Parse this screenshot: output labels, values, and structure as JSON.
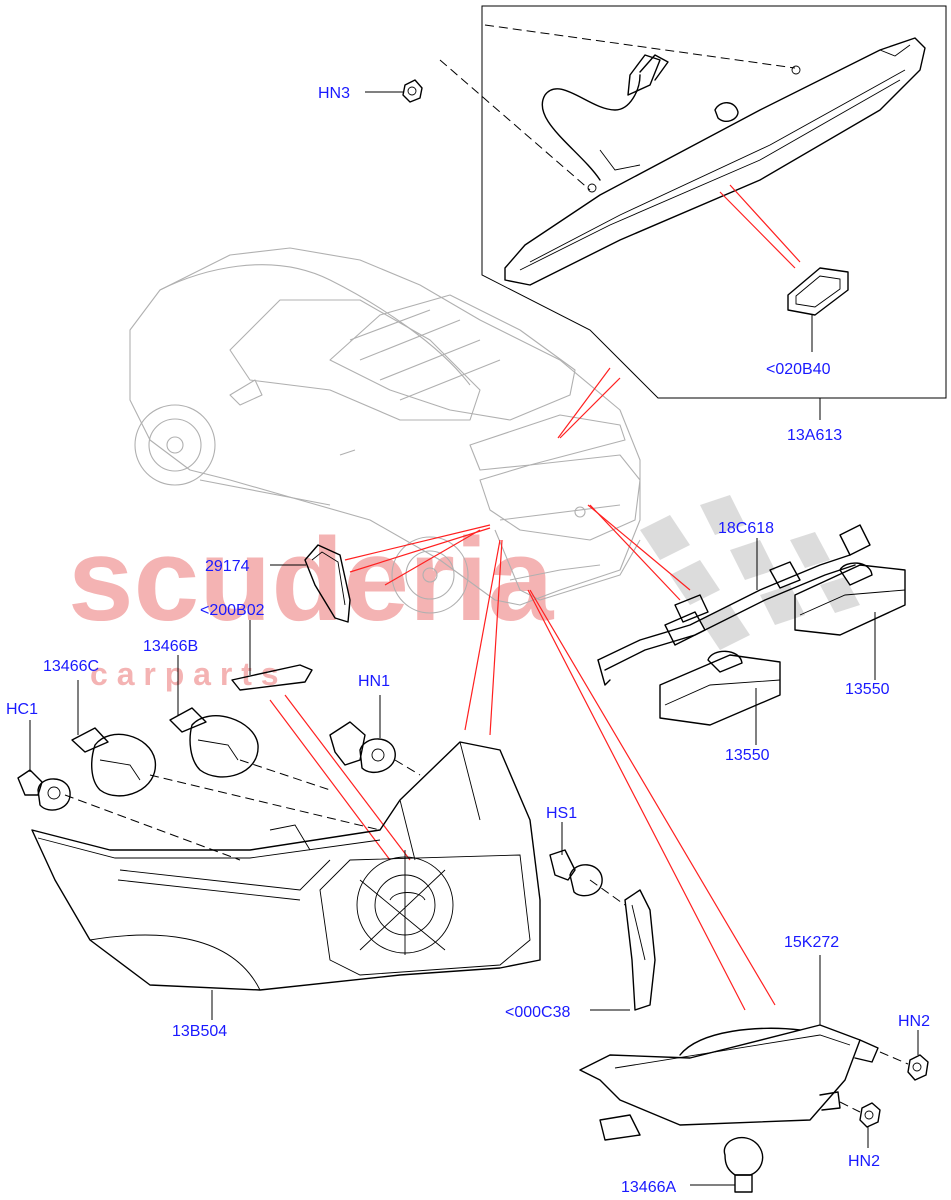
{
  "watermark": {
    "brand": "scuderia",
    "sub": "c a r   p a r t s",
    "color": "#f2a0a0"
  },
  "colors": {
    "label": "#1a1aff",
    "callout_line": "#ff2020",
    "line": "#000000",
    "car_outline": "#b0b0b0"
  },
  "callouts": {
    "hn3": "HN3",
    "c020b40": "<020B40",
    "c13a613": "13A613",
    "c29174": "29174",
    "c200b02": "<200B02",
    "c18c618": "18C618",
    "c13466c": "13466C",
    "c13466b": "13466B",
    "hn1": "HN1",
    "hc1": "HC1",
    "c13550a": "13550",
    "c13550b": "13550",
    "hs1": "HS1",
    "c000c38": "<000C38",
    "c13b504": "13B504",
    "c15k272": "15K272",
    "hn2a": "HN2",
    "hn2b": "HN2",
    "c13466a": "13466A"
  }
}
